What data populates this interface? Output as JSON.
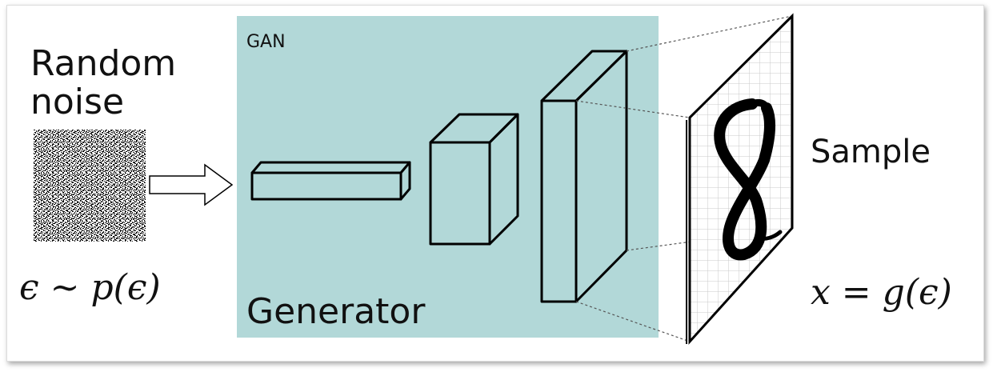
{
  "labels": {
    "random": "Random",
    "noise": "noise",
    "gan": "GAN",
    "generator": "Generator",
    "sample": "Sample"
  },
  "math": {
    "prior": "ϵ ~ p(ϵ)",
    "sample": "x = g(ϵ)"
  },
  "colors": {
    "gan_panel": "#b2d8d8",
    "stroke": "#000000"
  },
  "icons": {
    "noise_image": "noise-texture",
    "arrow": "hollow-right-arrow",
    "output": "handwritten-digit-8"
  }
}
